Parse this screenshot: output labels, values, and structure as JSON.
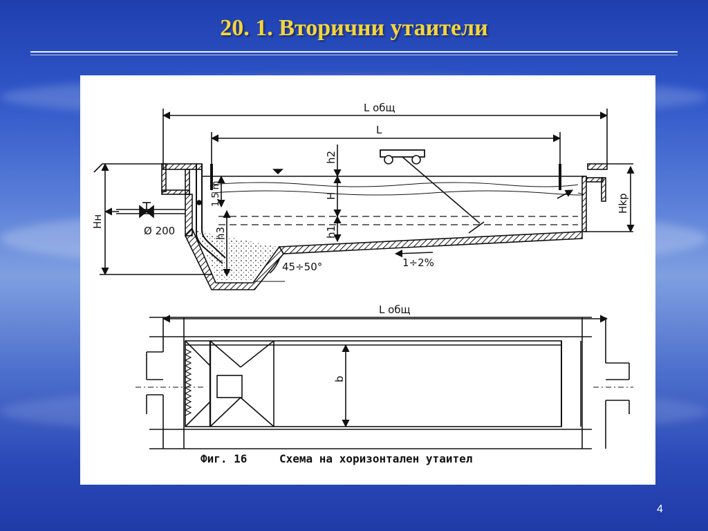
{
  "slide": {
    "title": "20. 1. Вторични утаители",
    "page_number": "4"
  },
  "figure": {
    "labels": {
      "l_total": "L общ",
      "l": "L",
      "h2": "h2",
      "h": "H",
      "h1": "h1",
      "h15": "1,5 m",
      "h3": "h3",
      "hn": "Hн",
      "hkp": "Hkp",
      "diameter": "Ø 200",
      "angle": "45÷50°",
      "slope": "1÷2%",
      "l_total_plan": "L общ",
      "b": "b"
    },
    "caption_fig": "Фиг. 16",
    "caption_text": "Схема на хоризонтален утаител"
  }
}
